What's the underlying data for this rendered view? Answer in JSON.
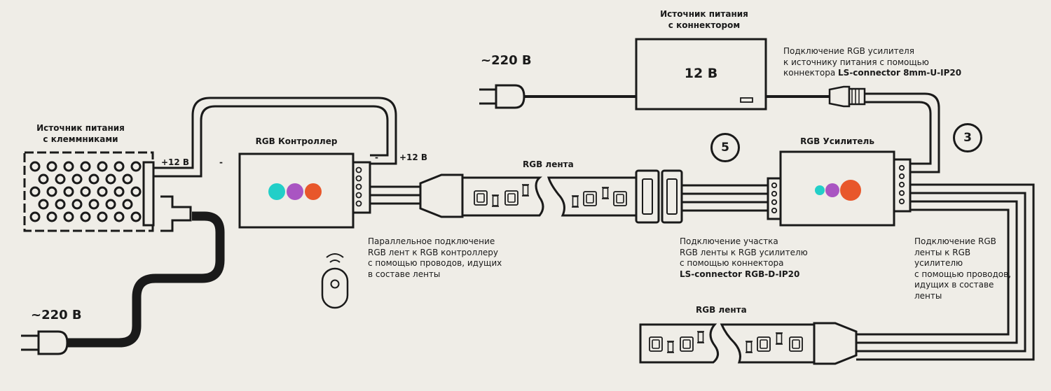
{
  "colors": {
    "background": "#efede7",
    "line": "#1a1a1a",
    "cyan": "#22cfc8",
    "purple": "#a955c2",
    "orange": "#e8572b"
  },
  "psu_terminals": {
    "title_line1": "Источник питания",
    "title_line2": "с клеммниками",
    "plus": "+12 В",
    "minus": "-"
  },
  "mains_left": {
    "label": "~220 В"
  },
  "mains_top": {
    "label": "~220 В"
  },
  "controller": {
    "title": "RGB Контроллер",
    "out_minus": "-",
    "out_plus": "+12 В"
  },
  "strip1": {
    "label": "RGB лента"
  },
  "strip2": {
    "label": "RGB лента"
  },
  "psu_connector": {
    "title_line1": "Источник питания",
    "title_line2": "с коннектором",
    "voltage": "12 В"
  },
  "amplifier": {
    "title": "RGB Усилитель"
  },
  "markers": {
    "five": "5",
    "three": "3"
  },
  "notes": {
    "amp_psu": {
      "l1": "Подключение RGB усилителя",
      "l2": "к источнику питания  с помощью",
      "l3_pre": "коннектора ",
      "l3_bold": "LS-connector 8mm-U-IP20"
    },
    "parallel": {
      "l1": "Параллельное подключение",
      "l2": "RGB лент к RGB контроллеру",
      "l3": "с помощью проводов, идущих",
      "l4": "в составе ленты"
    },
    "segment": {
      "l1": "Подключение участка",
      "l2": "RGB ленты к RGB усилителю",
      "l3": "с помощью коннектора",
      "l4": "LS-connector RGB-D-IP20"
    },
    "amp_strip": {
      "l1": "Подключение RGB",
      "l2": "ленты к RGB",
      "l3": "усилителю",
      "l4": "с помощью проводов,",
      "l5": "идущих в составе",
      "l6": "ленты"
    }
  }
}
